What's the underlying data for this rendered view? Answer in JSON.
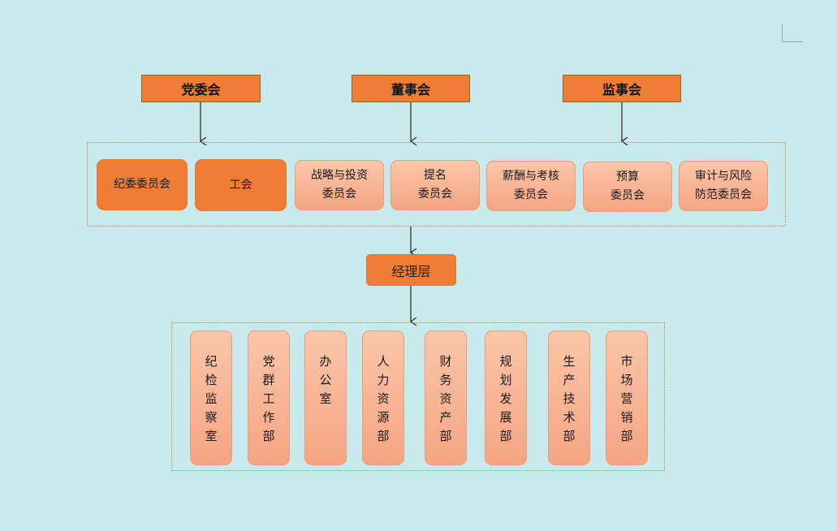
{
  "top": {
    "party": "党委会",
    "board": "董事会",
    "supervisory": "监事会"
  },
  "committees": [
    {
      "label": "纪委委员会",
      "style": "dark"
    },
    {
      "label": "工会",
      "style": "dark"
    },
    {
      "label": "战略与投资\n委员会",
      "style": "light"
    },
    {
      "label": "提名\n委员会",
      "style": "light"
    },
    {
      "label": "薪酬与考核\n委员会",
      "style": "light"
    },
    {
      "label": "预算\n委员会",
      "style": "light"
    },
    {
      "label": "审计与风险\n防范委员会",
      "style": "light"
    }
  ],
  "manager": "经理层",
  "departments": [
    "纪检监察室",
    "党群工作部",
    "办公室",
    "人力资源部",
    "财务资产部",
    "规划发展部",
    "生产技术部",
    "市场营销部"
  ],
  "colors": {
    "background": "#c8eaec",
    "orange": "#ef7d34",
    "light_orange": "#f8b596"
  }
}
